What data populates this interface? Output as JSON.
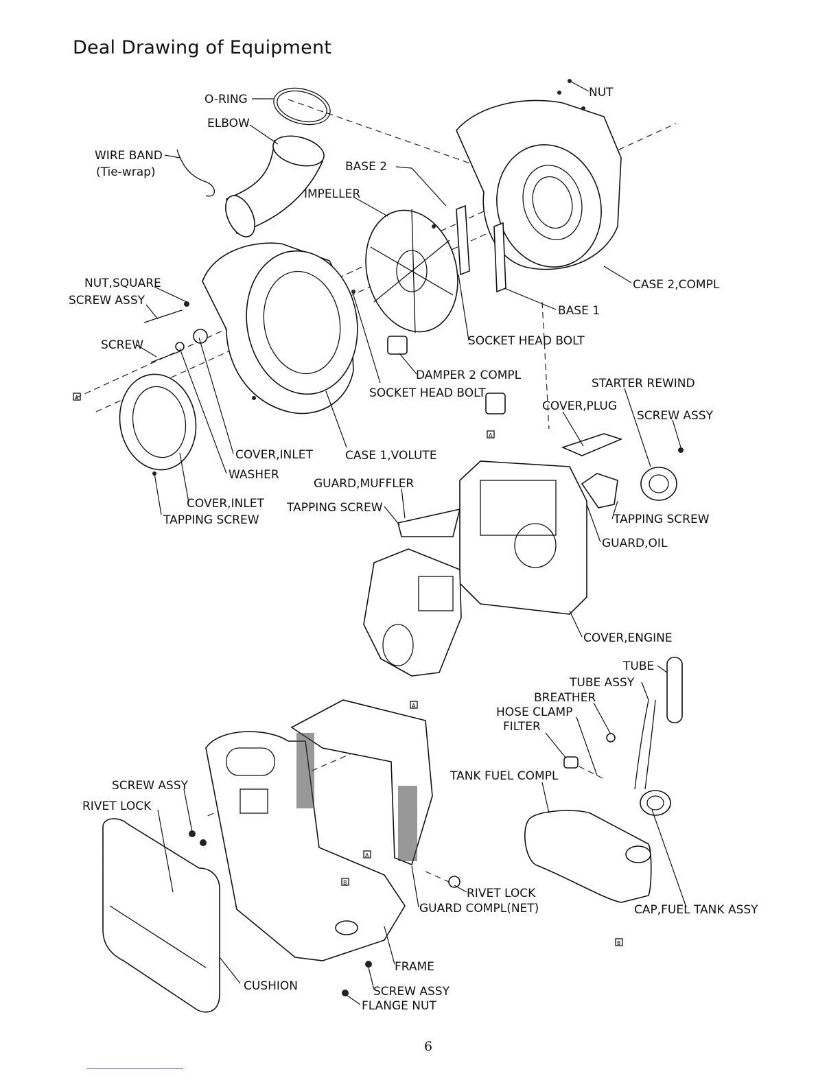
{
  "title": "Deal Drawing of Equipment",
  "page_number": "6",
  "labels": {
    "o_ring": "O-RING",
    "nut": "NUT",
    "elbow": "ELBOW",
    "wire_band": "WIRE BAND",
    "tie_wrap": "(Tie-wrap)",
    "base_2": "BASE 2",
    "impeller": "IMPELLER",
    "nut_square": "NUT,SQUARE",
    "screw_assy_1": "SCREW ASSY",
    "case_2_compl": "CASE 2,COMPL",
    "base_1": "BASE 1",
    "screw": "SCREW",
    "socket_head_bolt_1": "SOCKET HEAD BOLT",
    "damper_2_compl": "DAMPER 2 COMPL",
    "starter_rewind": "STARTER REWIND",
    "socket_head_bolt_2": "SOCKET HEAD BOLT",
    "cover_plug": "COVER,PLUG",
    "screw_assy_2": "SCREW ASSY",
    "cover_inlet_1": "COVER,INLET",
    "case_1_volute": "CASE 1,VOLUTE",
    "washer": "WASHER",
    "guard_muffler": "GUARD,MUFFLER",
    "cover_inlet_2": "COVER,INLET",
    "tapping_screw_1": "TAPPING SCREW",
    "tapping_screw_2": "TAPPING SCREW",
    "tapping_screw_3": "TAPPING SCREW",
    "guard_oil": "GUARD,OIL",
    "cover_engine": "COVER,ENGINE",
    "tube": "TUBE",
    "tube_assy": "TUBE ASSY",
    "breather": "BREATHER",
    "hose_clamp": "HOSE CLAMP",
    "filter": "FILTER",
    "tank_fuel_compl": "TANK FUEL COMPL",
    "screw_assy_3": "SCREW ASSY",
    "rivet_lock_1": "RIVET LOCK",
    "rivet_lock_2": "RIVET LOCK",
    "guard_compl_net": "GUARD COMPL(NET)",
    "cap_fuel_tank_assy": "CAP,FUEL TANK ASSY",
    "frame": "FRAME",
    "cushion": "CUSHION",
    "screw_assy_4": "SCREW ASSY",
    "flange_nut": "FLANGE NUT"
  },
  "markers": {
    "a": "A",
    "b": "B"
  }
}
